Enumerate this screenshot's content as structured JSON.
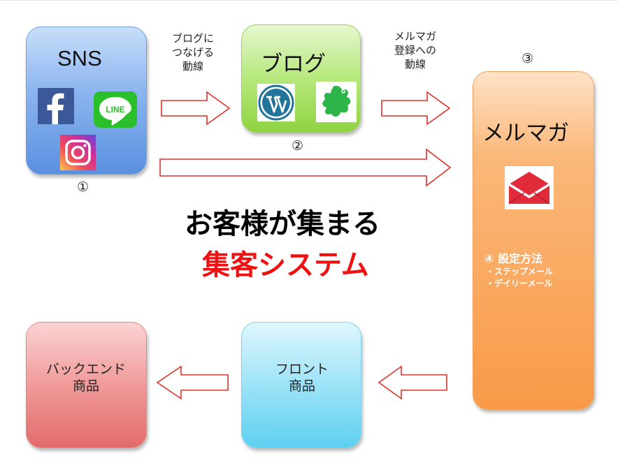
{
  "sns": {
    "title": "SNS",
    "number": "①",
    "icons": [
      "facebook-icon",
      "line-icon",
      "instagram-icon"
    ],
    "line_icon_text": "LINE"
  },
  "blog": {
    "title": "ブログ",
    "number": "②",
    "icons": [
      "wordpress-icon",
      "ameba-icon"
    ],
    "arrow_note": [
      "ブログに",
      "つなげる",
      "動線"
    ]
  },
  "mailmag": {
    "title": "メルマガ",
    "number": "③",
    "arrow_note": [
      "メルマガ",
      "登録への",
      "動線"
    ],
    "settings_title": "④ 設定方法",
    "settings_items": [
      "・ステップメール",
      "・デイリーメール"
    ]
  },
  "headline": {
    "line1": "お客様が集まる",
    "line2": "集客システム"
  },
  "front": {
    "line1": "フロント",
    "line2": "商品"
  },
  "backend": {
    "line1": "バックエンド",
    "line2": "商品"
  },
  "colors": {
    "arrow_outline": "#e0302a",
    "headline_accent": "#ee1111",
    "sns_box": "#7aa8ea",
    "blog_box": "#a7e068",
    "mailmag_box": "#f99a48",
    "front_box": "#7fd8f2",
    "backend_box": "#ea8585"
  }
}
